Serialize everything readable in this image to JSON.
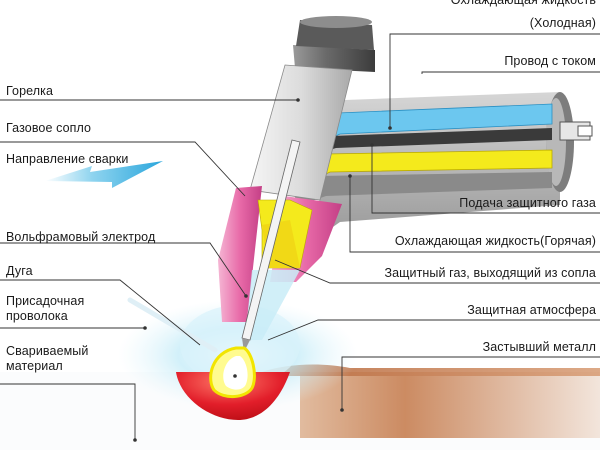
{
  "diagram": {
    "labels": {
      "torch": "Горелка",
      "gas_nozzle": "Газовое сопло",
      "welding_direction": "Направление сварки",
      "tungsten_electrode": "Вольфрамовый электрод",
      "arc": "Дуга",
      "filler_wire_line1": "Присадочная",
      "filler_wire_line2": "проволока",
      "base_material_line1": "Свариваемый",
      "base_material_line2": "материал",
      "coolant_cold_line1": "Охлаждающая жидкость",
      "coolant_cold_line2": "(Холодная)",
      "power_cable": "Провод с током",
      "shielding_gas_supply": "Подача защитного газа",
      "coolant_hot": "Охлаждающая жидкость(Горячая)",
      "shielding_gas_exit": "Защитный газ, выходящий из сопла",
      "shielding_atmosphere": "Защитная атмосфера",
      "solidified_metal": "Застывший металл"
    },
    "colors": {
      "coolant_cold": "#6cc7ef",
      "coolant_hot": "#f4ea1c",
      "nozzle": "#e86aa8",
      "weld_pool": "#e21e2a",
      "base_metal": "#c98a5e",
      "arrow": "#3cb2e2",
      "handle": "#d9d9d9"
    }
  }
}
